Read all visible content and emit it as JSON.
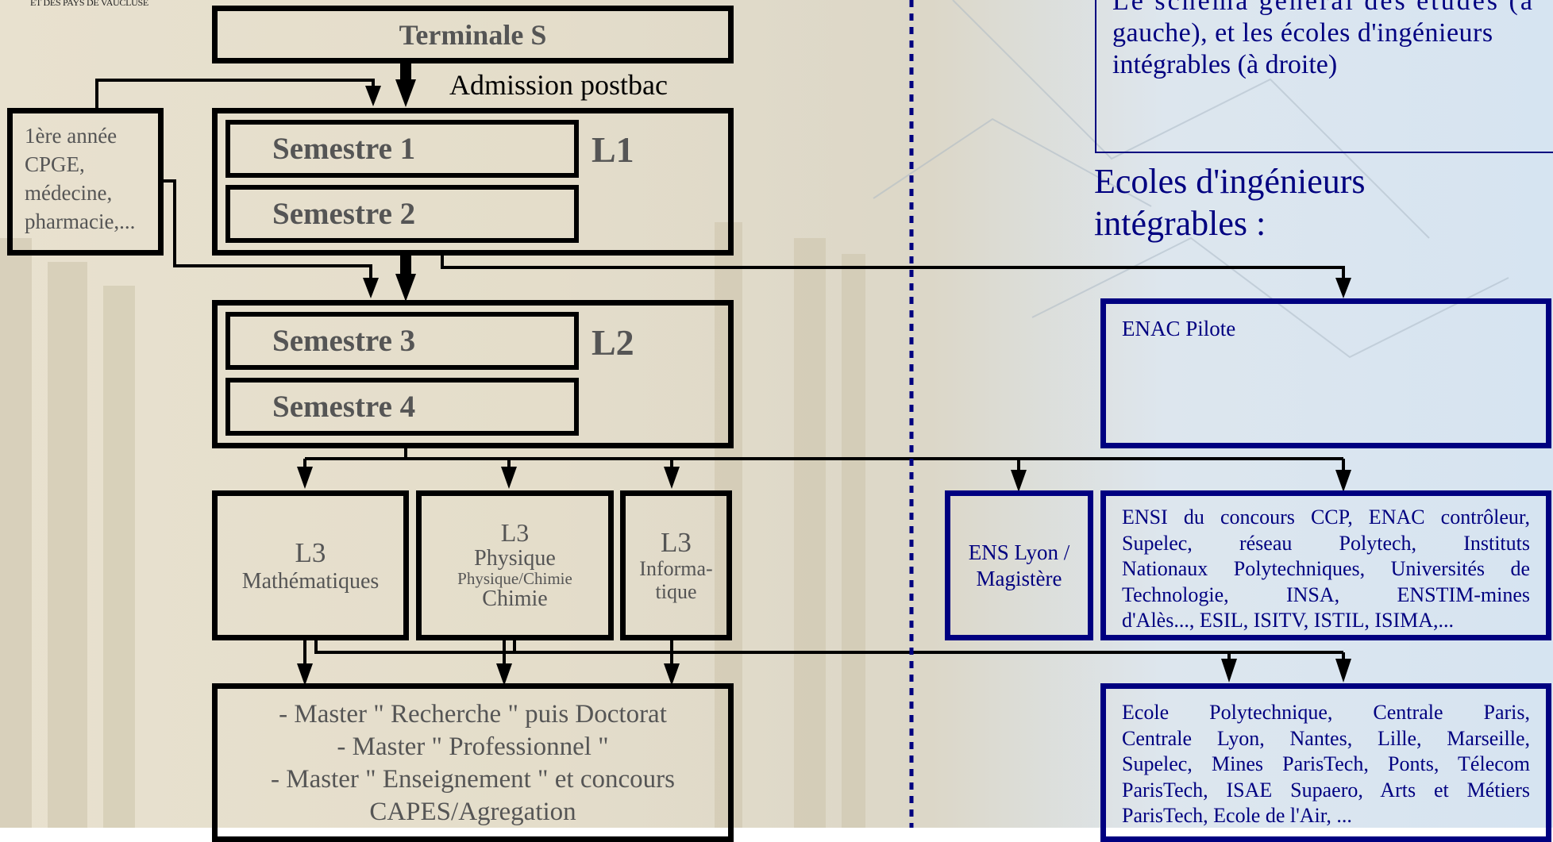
{
  "logo": {
    "caption": "ET DES PAYS DE VAUCLUSE"
  },
  "nodes": {
    "terminale": "Terminale S",
    "admission": "Admission postbac",
    "side_box": [
      "1ère année",
      "CPGE,",
      "médecine,",
      "pharmacie,..."
    ],
    "l1": {
      "label": "L1",
      "s1": "Semestre 1",
      "s2": "Semestre 2"
    },
    "l2": {
      "label": "L2",
      "s3": "Semestre 3",
      "s4": "Semestre 4"
    },
    "l3_math": [
      "L3",
      "Mathématiques"
    ],
    "l3_phys": [
      "L3",
      "Physique",
      "Physique/Chimie",
      "Chimie"
    ],
    "l3_info": [
      "L3",
      "Informa-",
      "tique"
    ],
    "masters": [
      "- Master \" Recherche \" puis Doctorat",
      "- Master \" Professionnel \"",
      "- Master \" Enseignement \" et concours",
      "CAPES/Agregation"
    ]
  },
  "right_panel": {
    "intro_lines": [
      "Le schéma général des études (à",
      "gauche), et les écoles d'ingénieurs",
      "intégrables (à droite)"
    ],
    "heading_lines": [
      "Ecoles d'ingénieurs",
      "intégrables :"
    ],
    "enac_pilote": "ENAC Pilote",
    "ens_lyon": [
      "ENS Lyon /",
      "Magistère"
    ],
    "ensi_lines": [
      "ENSI du concours CCP, ENAC contrôleur,",
      "Supelec, réseau Polytech, Instituts",
      "Nationaux Polytechniques, Universités de",
      "Technologie, INSA, ENSTIM-mines",
      "d'Alès..., ESIL, ISITV, ISTIL, ISIMA,..."
    ],
    "grandes_ecoles_lines": [
      "Ecole Polytechnique, Centrale Paris,",
      "Centrale Lyon, Nantes, Lille, Marseille,",
      "Supelec, Mines ParisTech, Ponts, Télecom",
      "ParisTech, ISAE Supaero, Arts et Métiers",
      "ParisTech, Ecole de l'Air, ..."
    ]
  },
  "colors": {
    "black": "#000000",
    "navy": "#000080",
    "text_gray": "#555555"
  }
}
